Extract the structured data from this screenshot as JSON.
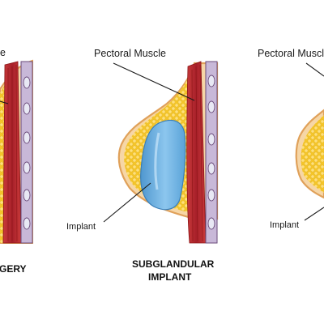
{
  "labels": {
    "left_top_fragment": "e",
    "left_caption_fragment": "GERY",
    "center_top": "Pectoral Muscle",
    "center_implant": "Implant",
    "center_caption_line1": "SUBGLANDULAR",
    "center_caption_line2": "IMPLANT",
    "right_top": "Pectoral Muscle",
    "right_implant": "Implant"
  },
  "colors": {
    "fat_tissue": "#f4c52a",
    "fat_dot": "#ffe07a",
    "muscle": "#b3262b",
    "muscle_line": "#8a1416",
    "skin_outline": "#e0a15a",
    "skin_fill": "#f6d6a6",
    "rib": "#d8d8e8",
    "rib_outline": "#6a4a7a",
    "implant_fill": "#6fb4e4",
    "implant_light": "#a9d6f4"
  }
}
